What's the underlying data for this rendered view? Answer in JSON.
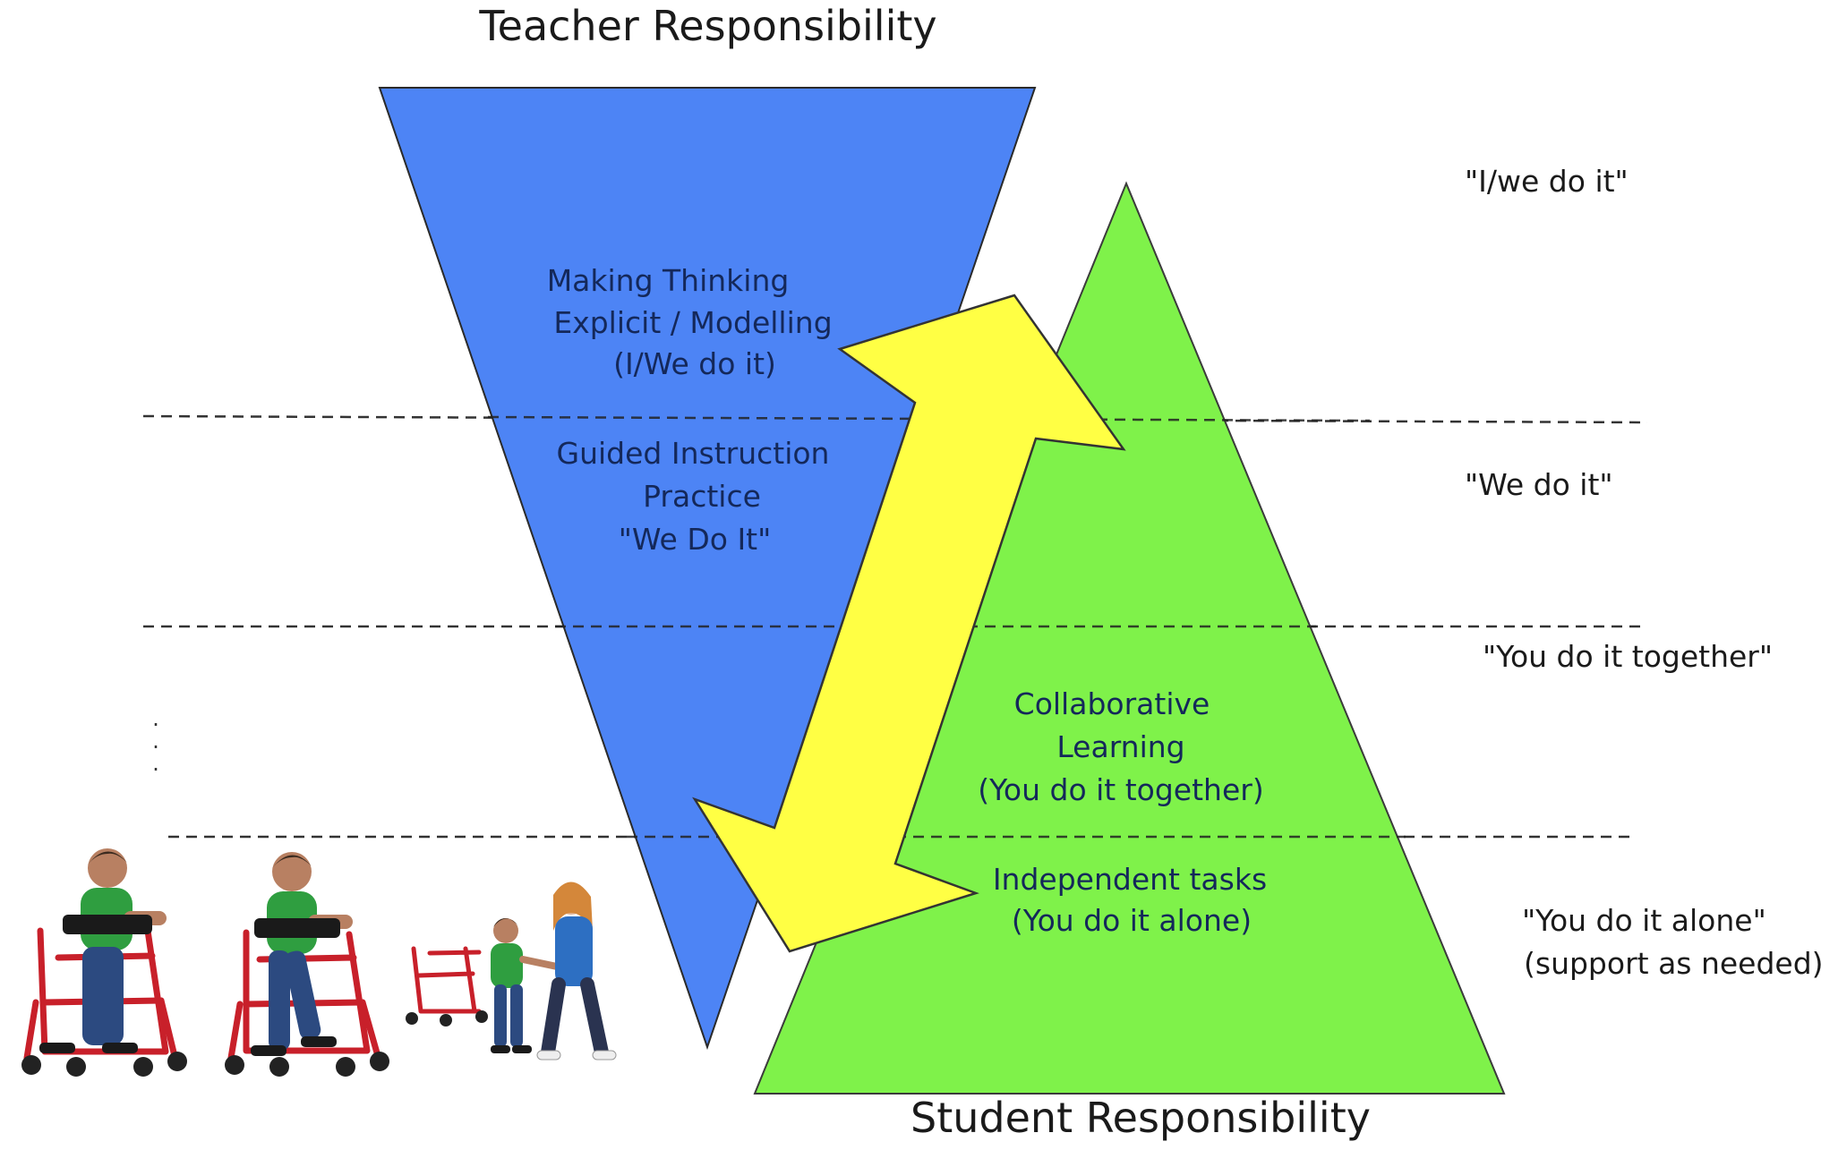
{
  "titles": {
    "top": "Teacher Responsibility",
    "bottom": "Student Responsibility"
  },
  "teacher_triangle": {
    "color": "#4d84f5",
    "stage1": [
      "Making Thinking",
      "Explicit / Modelling",
      "(I/We do it)"
    ],
    "stage2": [
      "Guided  Instruction",
      "Practice",
      "\"We Do It\""
    ]
  },
  "student_triangle": {
    "color": "#7ff24a",
    "stage3": [
      "Collaborative",
      "Learning",
      "(You do it together)"
    ],
    "stage4": [
      "Independent tasks",
      "(You do it alone)"
    ]
  },
  "arrow": {
    "color": "#ffff44",
    "direction": "bidirectional"
  },
  "side_labels": [
    [
      "\"I/we do it\""
    ],
    [
      "\"We do it\""
    ],
    [
      "\"You do it together\""
    ],
    [
      "\"You do it alone\"",
      "(support as needed)"
    ]
  ],
  "illustrations": [
    "child-in-gait-trainer",
    "child-in-gait-trainer-stepping",
    "child-walking-holding-adult-hands"
  ]
}
